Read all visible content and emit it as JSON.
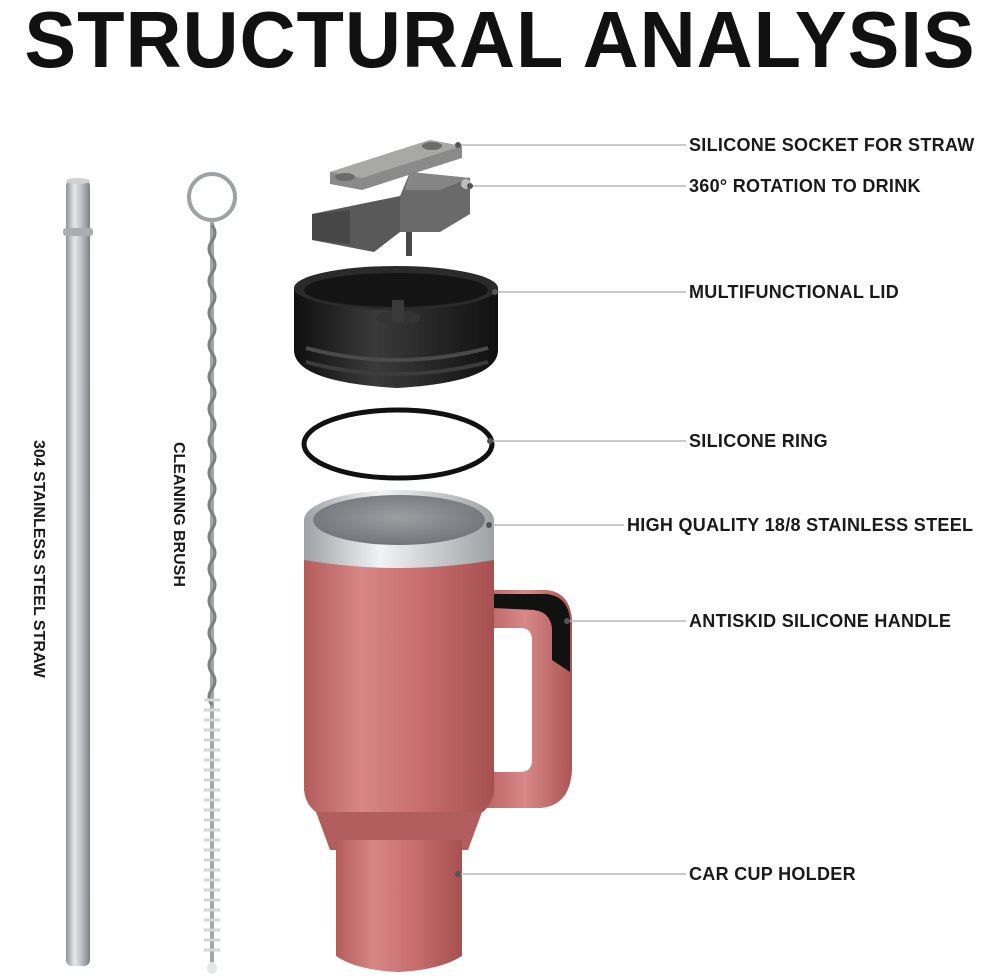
{
  "title": "STRUCTURAL ANALYSIS",
  "callouts": {
    "socket": "SILICONE SOCKET FOR STRAW",
    "rotation": "360° ROTATION TO DRINK",
    "lid": "MULTIFUNCTIONAL LID",
    "ring": "SILICONE RING",
    "steel": "HIGH QUALITY 18/8 STAINLESS STEEL",
    "handle": "ANTISKID SILICONE HANDLE",
    "holder": "CAR CUP HOLDER"
  },
  "side_labels": {
    "straw": "304 STAINLESS STEEL STRAW",
    "brush": "CLEANING BRUSH"
  },
  "colors": {
    "cup_body": "#c9706f",
    "lid": "#1f1f1f",
    "rotor": "#5b5b5b",
    "steel": "#b8bcbf"
  }
}
